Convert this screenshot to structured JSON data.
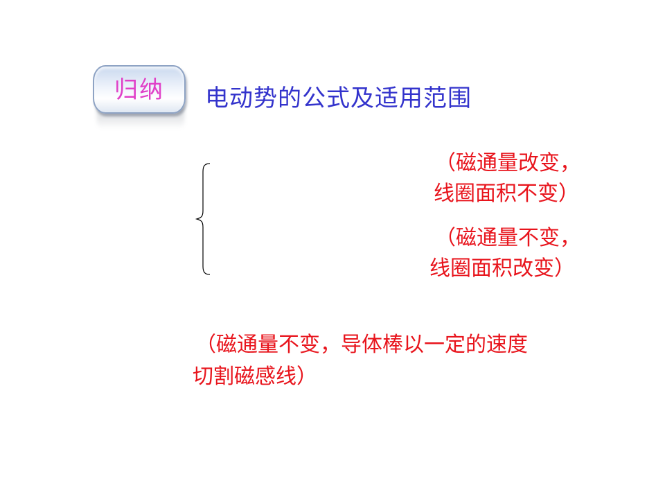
{
  "badge": {
    "label": "归纳",
    "text_color": "#e040c8"
  },
  "title": {
    "text": "电动势的公式及适用范围",
    "color": "#3333cc"
  },
  "cases": [
    {
      "line1": "（磁通量改变，",
      "line2": "线圈面积不变）"
    },
    {
      "line1": "（磁通量不变，",
      "line2": "线圈面积改变）"
    }
  ],
  "motional": {
    "line1": "（磁通量不变，导体棒以一定的速度",
    "line2": "切割磁感线）"
  },
  "colors": {
    "note_red": "#e8141c",
    "title_blue": "#3333cc"
  }
}
